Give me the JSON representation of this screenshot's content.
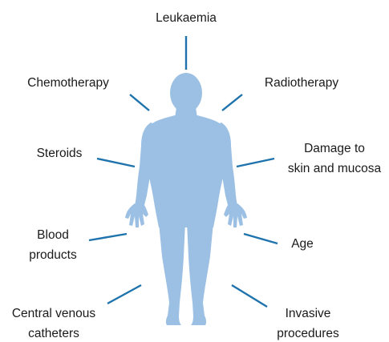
{
  "diagram": {
    "accent_color": "#1e73ad",
    "figure_color": "#9cc0e4",
    "figure": "human-body-silhouette",
    "labels": {
      "leukaemia": "Leukaemia",
      "chemotherapy": "Chemotherapy",
      "radiotherapy": "Radiotherapy",
      "steroids": "Steroids",
      "damage_line1": "Damage to",
      "damage_line2": "skin and mucosa",
      "blood_line1": "Blood",
      "blood_line2": "products",
      "age": "Age",
      "central_line1": "Central venous",
      "central_line2": "catheters",
      "invasive_line1": "Invasive",
      "invasive_line2": "procedures"
    }
  }
}
